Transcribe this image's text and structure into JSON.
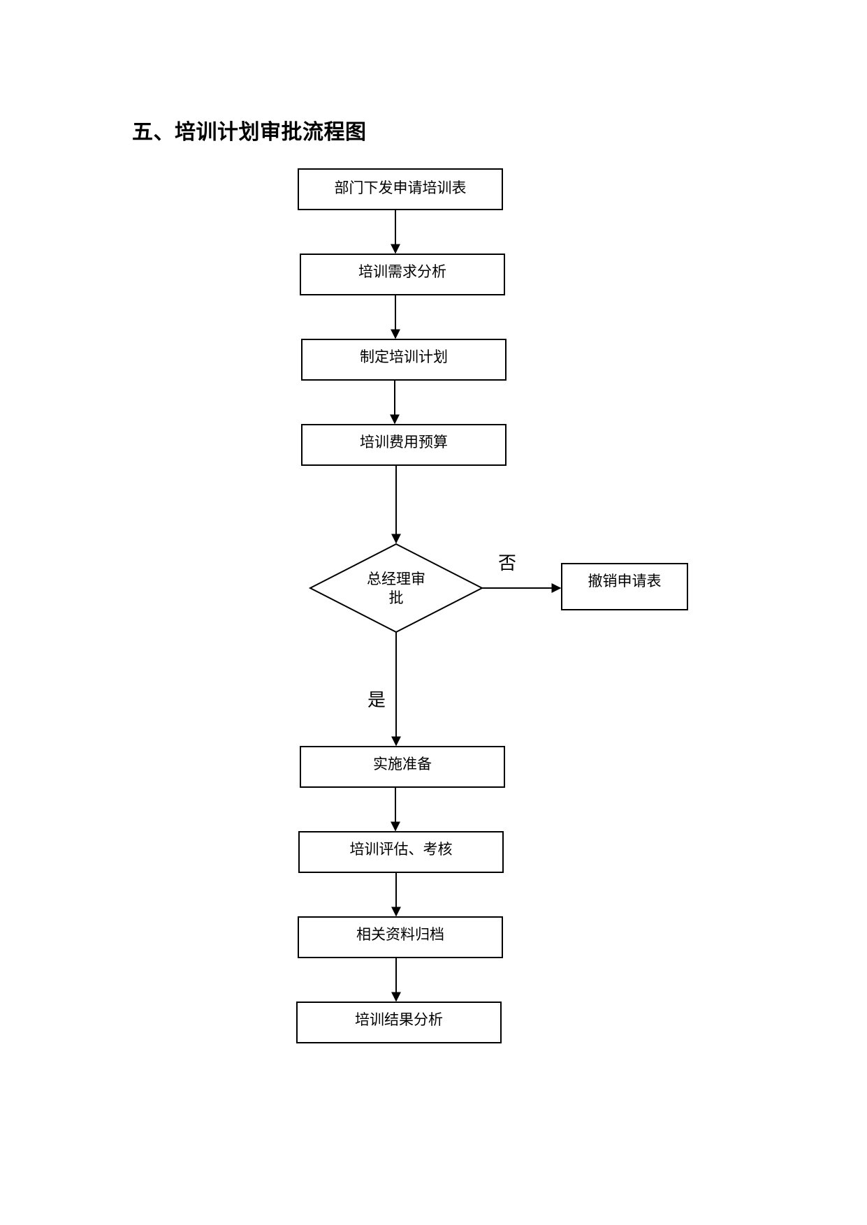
{
  "title": "五、培训计划审批流程图",
  "nodes": {
    "n1": "部门下发申请培训表",
    "n2": "培训需求分析",
    "n3": "制定培训计划",
    "n4": "培训费用预算",
    "decision_line1": "总经理审",
    "decision_line2": "批",
    "cancel": "撤销申请表",
    "n5": "实施准备",
    "n6": "培训评估、考核",
    "n7": "相关资料归档",
    "n8": "培训结果分析"
  },
  "labels": {
    "no": "否",
    "yes": "是"
  }
}
